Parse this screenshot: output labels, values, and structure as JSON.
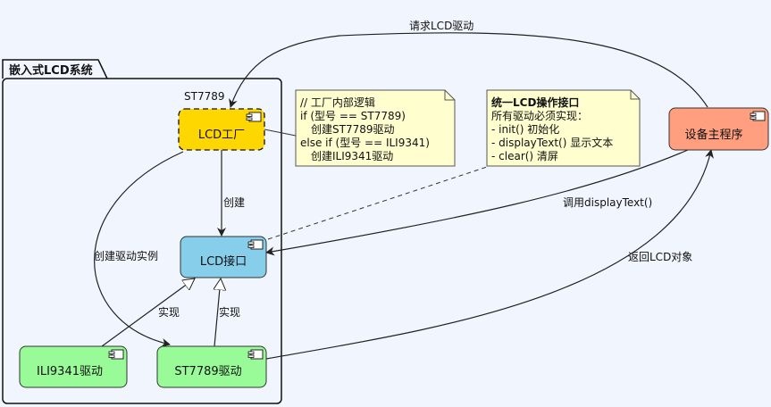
{
  "package": {
    "title": "嵌入式LCD系统"
  },
  "nodes": {
    "factory": {
      "label": "LCD工厂",
      "stereotype": "ST7789",
      "color": "#ffd700"
    },
    "interface": {
      "label": "LCD接口",
      "color": "#87ceeb"
    },
    "ili9341": {
      "label": "ILI9341驱动",
      "color": "#98fb98"
    },
    "st7789": {
      "label": "ST7789驱动",
      "color": "#98fb98"
    },
    "main": {
      "label": "设备主程序",
      "color": "#ff9f80"
    }
  },
  "edges": {
    "request": "请求LCD驱动",
    "create": "创建",
    "create_instance": "创建驱动实例",
    "implement_a": "实现",
    "implement_b": "实现",
    "call": "调用displayText()",
    "return_obj": "返回LCD对象"
  },
  "notes": {
    "factory_note": {
      "lines": [
        "// 工厂内部逻辑",
        "if (型号 == ST7789)",
        "   创建ST7789驱动",
        "else if (型号 == ILI9341)",
        "   创建ILI9341驱动"
      ]
    },
    "interface_note": {
      "title": "统一LCD操作接口",
      "lines": [
        "所有驱动必须实现：",
        "- init() 初始化",
        "- displayText() 显示文本",
        "- clear() 清屏"
      ]
    }
  },
  "colors": {
    "background": "#f1f6fe",
    "note_fill": "#fefece"
  }
}
